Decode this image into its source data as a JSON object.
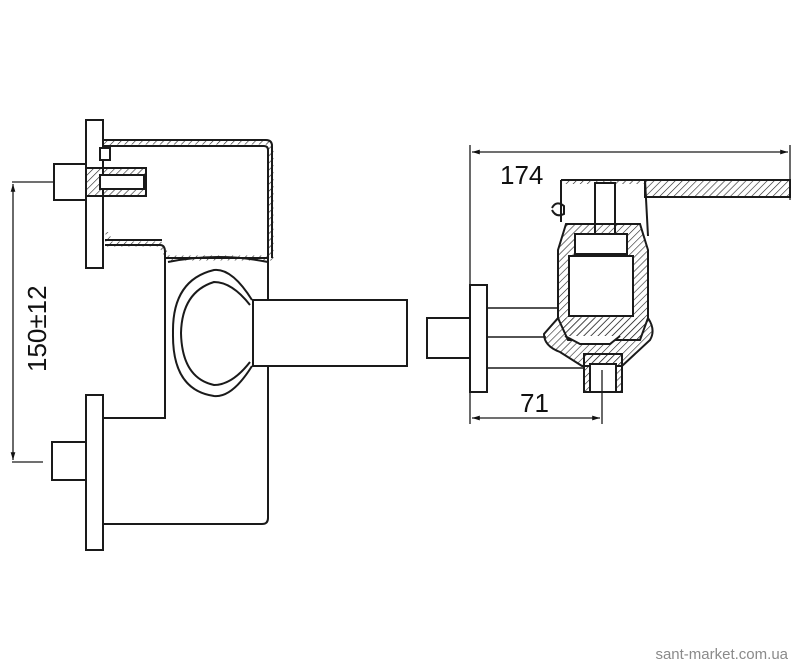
{
  "drawing": {
    "front_view": {
      "dimension_label": "150±12"
    },
    "side_view": {
      "width_label": "174",
      "depth_label": "71"
    }
  },
  "watermark": "sant-market.com.ua",
  "colors": {
    "line": "#1a1a1a",
    "background": "#ffffff",
    "watermark": "#8a8a8a"
  }
}
